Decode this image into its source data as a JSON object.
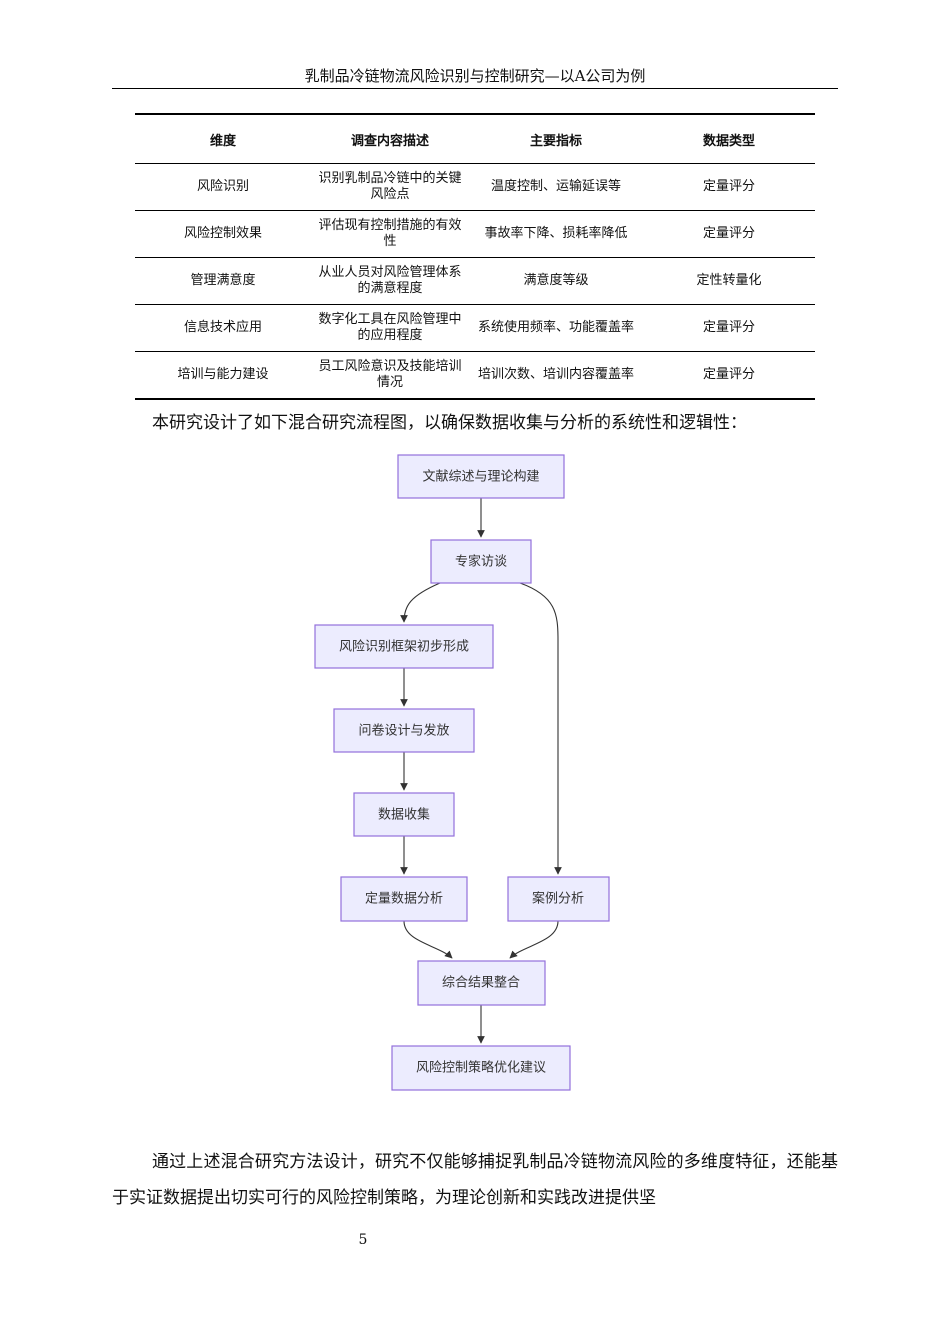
{
  "header": {
    "title": "乳制品冷链物流风险识别与控制研究—以A公司为例"
  },
  "table": {
    "columns": [
      "维度",
      "调查内容描述",
      "主要指标",
      "数据类型"
    ],
    "rows": [
      [
        "风险识别",
        "识别乳制品冷链中的关键风险点",
        "温度控制、运输延误等",
        "定量评分"
      ],
      [
        "风险控制效果",
        "评估现有控制措施的有效性",
        "事故率下降、损耗率降低",
        "定量评分"
      ],
      [
        "管理满意度",
        "从业人员对风险管理体系的满意程度",
        "满意度等级",
        "定性转量化"
      ],
      [
        "信息技术应用",
        "数字化工具在风险管理中的应用程度",
        "系统使用频率、功能覆盖率",
        "定量评分"
      ],
      [
        "培训与能力建设",
        "员工风险意识及技能培训情况",
        "培训次数、培训内容覆盖率",
        "定量评分"
      ]
    ]
  },
  "intro_paragraph": "本研究设计了如下混合研究流程图，以确保数据收集与分析的系统性和逻辑性：",
  "flowchart": {
    "nodes": [
      {
        "id": "lit",
        "label": "文献综述与理论构建"
      },
      {
        "id": "interview",
        "label": "专家访谈"
      },
      {
        "id": "framework",
        "label": "风险识别框架初步形成"
      },
      {
        "id": "survey",
        "label": "问卷设计与发放"
      },
      {
        "id": "collect",
        "label": "数据收集"
      },
      {
        "id": "quant",
        "label": "定量数据分析"
      },
      {
        "id": "case",
        "label": "案例分析"
      },
      {
        "id": "integrate",
        "label": "综合结果整合"
      },
      {
        "id": "strategy",
        "label": "风险控制策略优化建议"
      }
    ],
    "edges": [
      [
        "lit",
        "interview"
      ],
      [
        "interview",
        "framework"
      ],
      [
        "interview",
        "case"
      ],
      [
        "framework",
        "survey"
      ],
      [
        "survey",
        "collect"
      ],
      [
        "collect",
        "quant"
      ],
      [
        "quant",
        "integrate"
      ],
      [
        "case",
        "integrate"
      ],
      [
        "integrate",
        "strategy"
      ]
    ]
  },
  "closing_paragraph": "通过上述混合研究方法设计，研究不仅能够捕捉乳制品冷链物流风险的多维度特征，还能基于实证数据提出切实可行的风险控制策略，为理论创新和实践改进提供坚",
  "page_number": "5"
}
